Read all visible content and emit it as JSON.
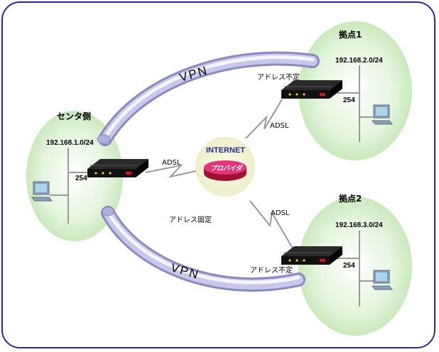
{
  "sites": {
    "center": {
      "title": "センタ側",
      "subnet": "192.168.1.0/24",
      "router_ip": "254"
    },
    "branch1": {
      "title": "拠点1",
      "subnet": "192.168.2.0/24",
      "router_ip": "254",
      "wan_address": "アドレス不定"
    },
    "branch2": {
      "title": "拠点2",
      "subnet": "192.168.3.0/24",
      "router_ip": "254",
      "wan_address": "アドレス不定"
    }
  },
  "internet": {
    "label": "INTERNET",
    "provider": "プロバイダ"
  },
  "links": {
    "center_adsl": "ADSL",
    "branch1_adsl": "ADSL",
    "branch2_adsl": "ADSL",
    "center_address": "アドレス固定",
    "vpn_top": "VPN",
    "vpn_bottom": "VPN"
  },
  "colors": {
    "frame": "#2b2b98",
    "site_fill": "#bfe6b0",
    "internet_fill": "#f2f2d0",
    "provider_fill": "#e0357a",
    "vpn_pipe": "#b4b4dc",
    "router": "#1a1a1a",
    "lan_line": "#9a9a9a"
  }
}
